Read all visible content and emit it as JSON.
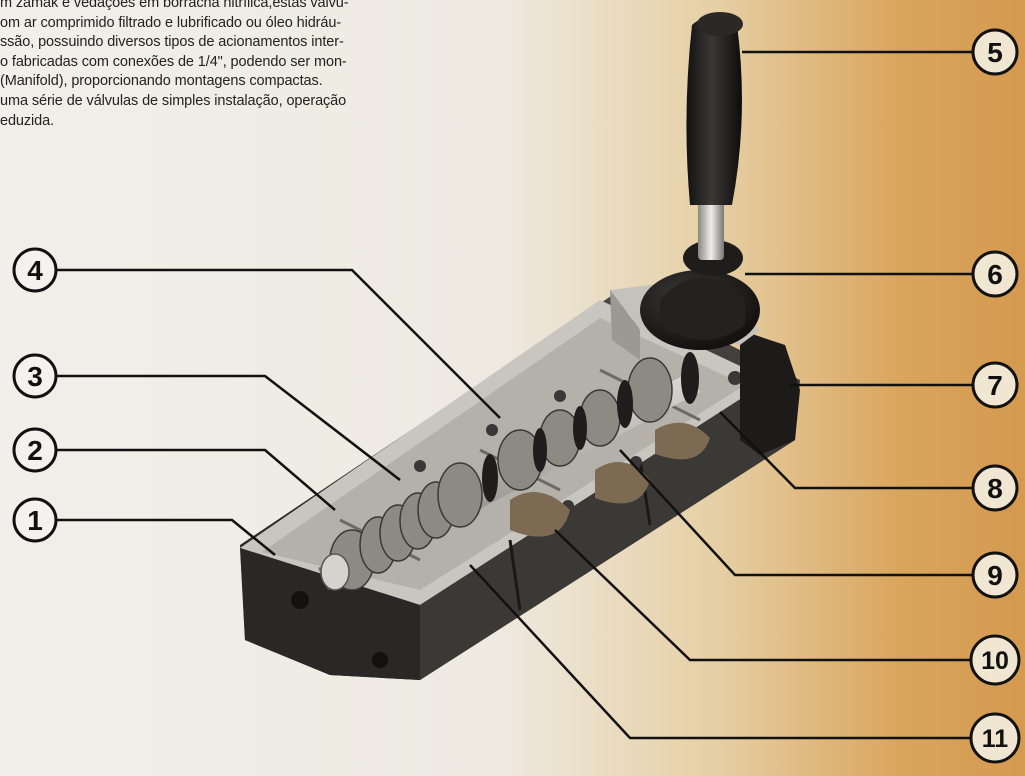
{
  "intro_lines": [
    "m zamak e vedações em borracha nitrílica,estas válvu-",
    "om ar comprimido filtrado e lubrificado   ou óleo hidráu-",
    "ssão, possuindo diversos tipos de acionamentos inter-",
    "o fabricadas com conexões de 1/4\", podendo ser mon-",
    "(Manifold), proporcionando montagens compactas.",
    "uma série de válvulas de simples instalação, operação",
    "eduzida."
  ],
  "callouts": [
    "1",
    "2",
    "3",
    "4",
    "5",
    "6",
    "7",
    "8",
    "9",
    "10",
    "11"
  ],
  "colors": {
    "body": "#2e2c2a",
    "metal": "#b9b6b0",
    "knob": "#1d1b1a",
    "background_right": "#d49a4f"
  }
}
